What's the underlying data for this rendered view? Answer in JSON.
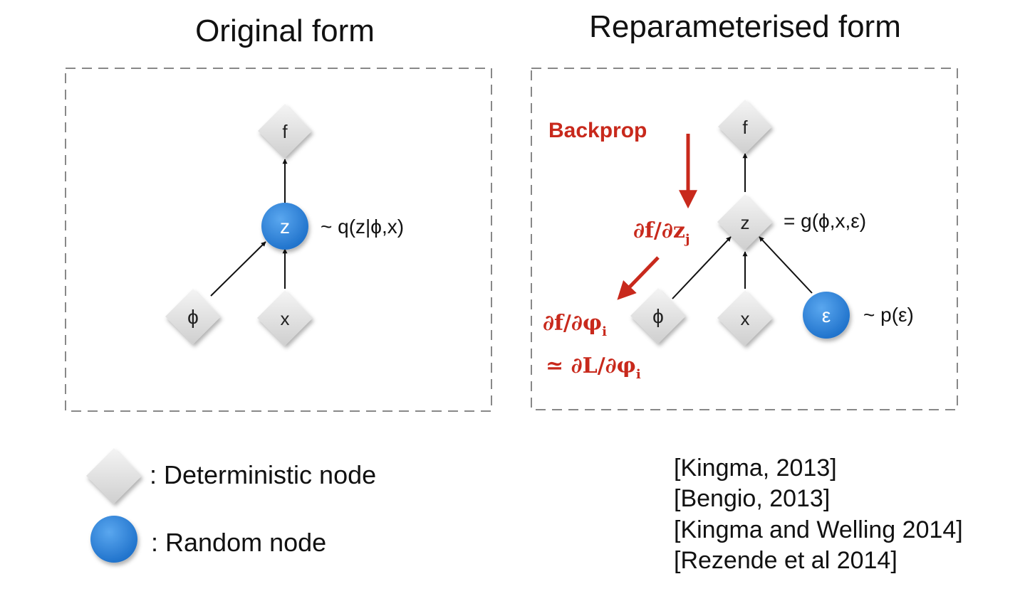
{
  "titles": {
    "left": "Original form",
    "right": "Reparameterised form"
  },
  "original": {
    "nodes": {
      "f": "f",
      "z": "z",
      "phi": "ϕ",
      "x": "x"
    },
    "z_annotation": "~ q(z|ϕ,x)"
  },
  "reparam": {
    "nodes": {
      "f": "f",
      "z": "z",
      "phi": "ϕ",
      "x": "x",
      "eps": "ε"
    },
    "z_annotation": "= g(ϕ,x,ε)",
    "eps_annotation": "~ p(ε)",
    "backprop": {
      "label": "Backprop",
      "grad_z": {
        "num": "∂f/∂z",
        "sub": "j"
      },
      "grad_phi": {
        "num": "∂f/∂φ",
        "sub": "i"
      },
      "approx": {
        "num": "≃ ∂L/∂φ",
        "sub": "i"
      }
    }
  },
  "legend": {
    "deterministic": ": Deterministic node",
    "random": ": Random node"
  },
  "references": [
    "[Kingma, 2013]",
    "[Bengio, 2013]",
    "[Kingma and Welling 2014]",
    "[Rezende et al 2014]"
  ],
  "colors": {
    "accent_red": "#c8291c",
    "random_blue": "#2f84d9",
    "diamond_gray": "#e2e2e2",
    "border_dash": "#888888"
  }
}
